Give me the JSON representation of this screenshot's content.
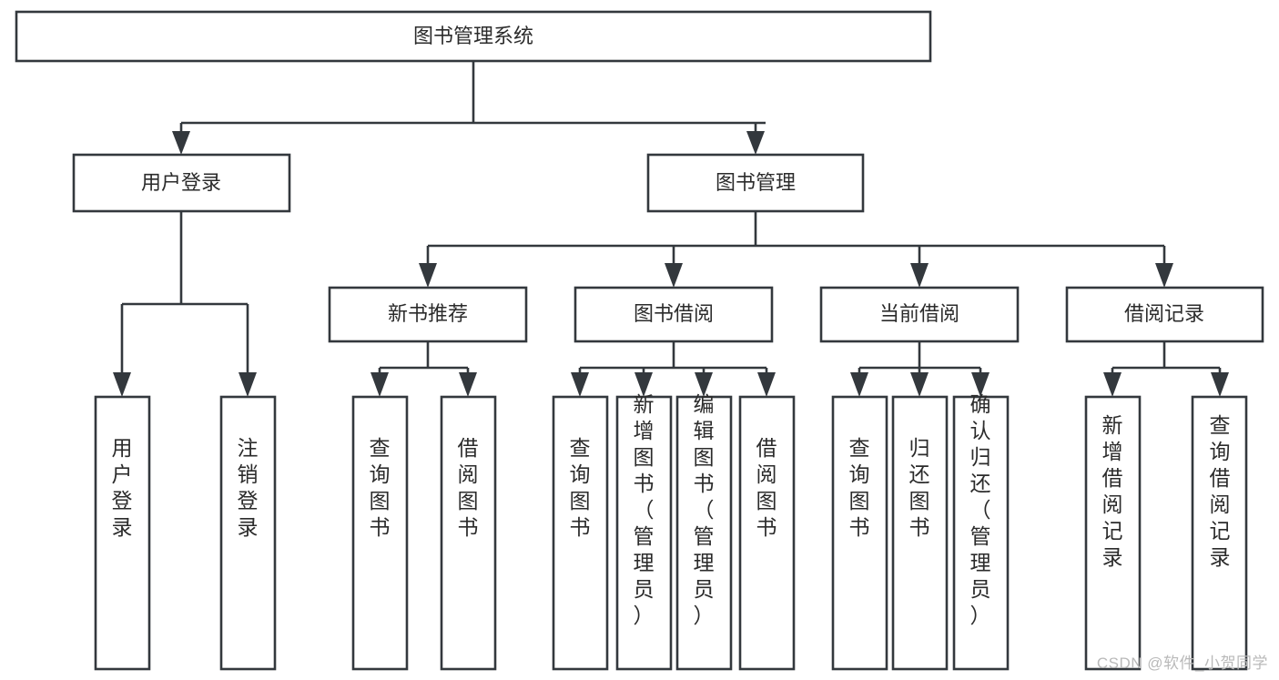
{
  "diagram": {
    "type": "hierarchy-tree",
    "title": "图书管理系统",
    "watermark": "CSDN @软件_小贺同学",
    "levels": {
      "level0": [
        {
          "id": "root",
          "label": "图书管理系统",
          "orientation": "horizontal"
        }
      ],
      "level1": [
        {
          "id": "user-login",
          "label": "用户登录",
          "orientation": "horizontal",
          "parent": "root"
        },
        {
          "id": "book-manage",
          "label": "图书管理",
          "orientation": "horizontal",
          "parent": "root"
        }
      ],
      "level2": [
        {
          "id": "new-book-rec",
          "label": "新书推荐",
          "orientation": "horizontal",
          "parent": "book-manage"
        },
        {
          "id": "book-borrow",
          "label": "图书借阅",
          "orientation": "horizontal",
          "parent": "book-manage"
        },
        {
          "id": "current-borrow",
          "label": "当前借阅",
          "orientation": "horizontal",
          "parent": "book-manage"
        },
        {
          "id": "borrow-record",
          "label": "借阅记录",
          "orientation": "horizontal",
          "parent": "book-manage"
        }
      ],
      "level3": [
        {
          "id": "leaf-user-login",
          "label": "用户登录",
          "orientation": "vertical",
          "parent": "user-login"
        },
        {
          "id": "leaf-logout",
          "label": "注销登录",
          "orientation": "vertical",
          "parent": "user-login"
        },
        {
          "id": "leaf-query-book-1",
          "label": "查询图书",
          "orientation": "vertical",
          "parent": "new-book-rec"
        },
        {
          "id": "leaf-borrow-book-1",
          "label": "借阅图书",
          "orientation": "vertical",
          "parent": "new-book-rec"
        },
        {
          "id": "leaf-query-book-2",
          "label": "查询图书",
          "orientation": "vertical",
          "parent": "book-borrow"
        },
        {
          "id": "leaf-add-book",
          "label": "新增图书（管理员）",
          "orientation": "vertical",
          "parent": "book-borrow"
        },
        {
          "id": "leaf-edit-book",
          "label": "编辑图书（管理员）",
          "orientation": "vertical",
          "parent": "book-borrow"
        },
        {
          "id": "leaf-borrow-book-2",
          "label": "借阅图书",
          "orientation": "vertical",
          "parent": "book-borrow"
        },
        {
          "id": "leaf-query-book-3",
          "label": "查询图书",
          "orientation": "vertical",
          "parent": "current-borrow"
        },
        {
          "id": "leaf-return-book",
          "label": "归还图书",
          "orientation": "vertical",
          "parent": "current-borrow"
        },
        {
          "id": "leaf-confirm-return",
          "label": "确认归还（管理员）",
          "orientation": "vertical",
          "parent": "current-borrow"
        },
        {
          "id": "leaf-add-record",
          "label": "新增借阅记录",
          "orientation": "vertical",
          "parent": "borrow-record"
        },
        {
          "id": "leaf-query-record",
          "label": "查询借阅记录",
          "orientation": "vertical",
          "parent": "borrow-record"
        }
      ]
    },
    "colors": {
      "stroke": "#33383d",
      "fill": "#ffffff",
      "text": "#2b2b2b",
      "watermark": "#b9b9b9"
    }
  }
}
